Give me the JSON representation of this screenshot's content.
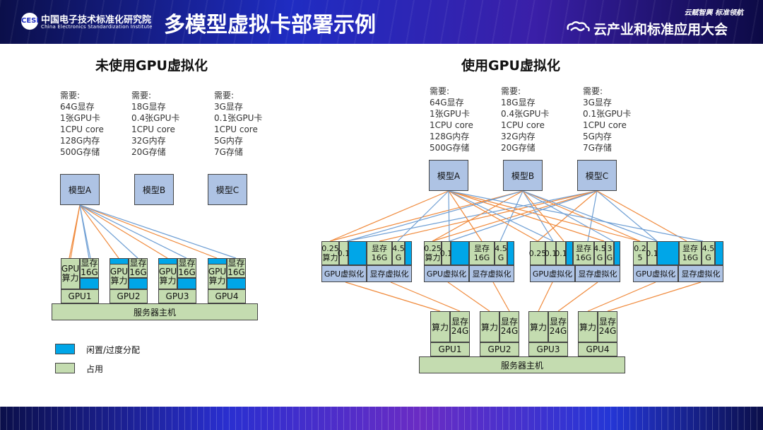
{
  "header": {
    "org_name_cn": "中国电子技术标准化研究院",
    "org_name_en": "China Electronics Standardization Institute",
    "logo_text": "CESI",
    "title": "多模型虚拟卡部署示例",
    "slogan": "云赋智興 标准领航",
    "conference": "云产业和标准应用大会"
  },
  "left": {
    "title": "未使用GPU虚拟化",
    "requirements": [
      {
        "lines": [
          "需要:",
          "64G显存",
          "1张GPU卡",
          "1CPU core",
          "128G内存",
          "500G存储"
        ]
      },
      {
        "lines": [
          "需要:",
          "18G显存",
          "0.4张GPU卡",
          "1CPU core",
          "32G内存",
          "20G存储"
        ]
      },
      {
        "lines": [
          "需要:",
          "3G显存",
          "0.1张GPU卡",
          "1CPU core",
          "5G内存",
          "7G存储"
        ]
      }
    ],
    "models": [
      "模型A",
      "模型B",
      "模型C"
    ],
    "gpu_compute": "GPU\n算力",
    "gpu_mem": "显存\n16G",
    "gpus": [
      "GPU1",
      "GPU2",
      "GPU3",
      "GPU4"
    ],
    "server": "服务器主机"
  },
  "right": {
    "title": "使用GPU虚拟化",
    "requirements": [
      {
        "lines": [
          "需要:",
          "64G显存",
          "1张GPU卡",
          "1CPU core",
          "128G内存",
          "500G存储"
        ]
      },
      {
        "lines": [
          "需要:",
          "18G显存",
          "0.4张GPU卡",
          "1CPU core",
          "32G内存",
          "20G存储"
        ]
      },
      {
        "lines": [
          "需要:",
          "3G显存",
          "0.1张GPU卡",
          "1CPU core",
          "5G内存",
          "7G存储"
        ]
      }
    ],
    "models": [
      "模型A",
      "模型B",
      "模型C"
    ],
    "vgroups": [
      {
        "cells": [
          "0.25\n算力",
          "0.1",
          "",
          "显存\n16G",
          "4.5\nG",
          ""
        ],
        "labels": [
          "GPU虚拟化",
          "显存虚拟化"
        ]
      },
      {
        "cells": [
          "0.25\n算力",
          "0.1",
          "",
          "显存\n16G",
          "4.5\nG",
          ""
        ],
        "labels": [
          "GPU虚拟化",
          "显存虚拟化"
        ]
      },
      {
        "cells": [
          "0.25",
          "0.1",
          "0.1",
          "",
          "显存\n16G",
          "4.5\nG",
          "3\nG",
          ""
        ],
        "labels": [
          "GPU虚拟化",
          "显存虚拟化"
        ]
      },
      {
        "cells": [
          "0.2\n5",
          "0.1",
          "",
          "显存\n16G",
          "4.5\nG",
          ""
        ],
        "labels": [
          "GPU虚拟化",
          "显存虚拟化"
        ]
      }
    ],
    "phys_compute": "算力",
    "phys_mem": "显存\n24G",
    "gpus": [
      "GPU1",
      "GPU2",
      "GPU3",
      "GPU4"
    ],
    "server": "服务器主机"
  },
  "legend": {
    "idle": "闲置/过度分配",
    "used": "占用"
  },
  "colors": {
    "blue_box": "#aec3e4",
    "green_box": "#c4dcb0",
    "idle_cyan": "#00a6e8",
    "line_orange": "#f08a3c",
    "line_blue": "#6f9fd4"
  }
}
